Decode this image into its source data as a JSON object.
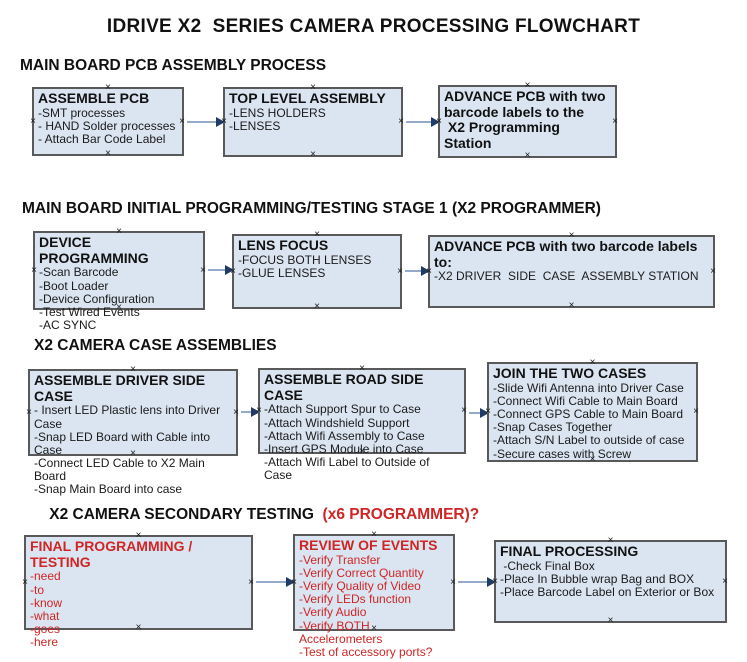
{
  "title": "IDRIVE X2  SERIES CAMERA PROCESSING FLOWCHART",
  "anchor_glyph": "×",
  "colors": {
    "box_fill": "#dbe5f1",
    "box_border": "#595959",
    "red_text": "#cf2525",
    "arrow_line": "#93aacb",
    "arrow_head": "#1f3b66"
  },
  "sections": [
    {
      "heading": "MAIN BOARD PCB ASSEMBLY PROCESS",
      "boxes": [
        {
          "title": "ASSEMBLE PCB",
          "body": [
            "-SMT processes",
            "- HAND Solder processes",
            "- Attach Bar Code Label"
          ]
        },
        {
          "title": "TOP LEVEL ASSEMBLY",
          "body": [
            "-LENS HOLDERS",
            "-LENSES"
          ]
        },
        {
          "title": "ADVANCE PCB with two\nbarcode labels to the\n X2 Programming Station",
          "body": []
        }
      ]
    },
    {
      "heading": "MAIN BOARD INITIAL PROGRAMMING/TESTING STAGE 1 (X2 PROGRAMMER)",
      "boxes": [
        {
          "title": "DEVICE PROGRAMMING",
          "body": [
            "-Scan Barcode",
            "-Boot Loader",
            "-Device Configuration",
            "-Test Wired Events",
            "-AC SYNC"
          ]
        },
        {
          "title": "LENS FOCUS",
          "body": [
            "-FOCUS BOTH LENSES",
            "-GLUE LENSES"
          ]
        },
        {
          "title": "ADVANCE PCB with two barcode labels to:",
          "body": [
            "-X2 DRIVER  SIDE  CASE  ASSEMBLY STATION"
          ]
        }
      ]
    },
    {
      "heading": "X2 CAMERA CASE ASSEMBLIES",
      "boxes": [
        {
          "title": "ASSEMBLE DRIVER SIDE CASE",
          "body": [
            "- Insert LED Plastic lens into Driver Case",
            "-Snap LED Board with Cable into Case",
            "-Connect LED Cable to X2 Main Board",
            "-Snap Main Board into case"
          ]
        },
        {
          "title": "ASSEMBLE ROAD SIDE CASE",
          "body": [
            "-Attach Support Spur to Case",
            "-Attach Windshield Support",
            "-Attach Wifi Assembly to Case",
            "-Insert GPS Module into Case",
            "-Attach Wifi Label to Outside of Case"
          ]
        },
        {
          "title": "JOIN THE TWO CASES",
          "body": [
            "-Slide Wifi Antenna into Driver Case",
            "-Connect Wifi Cable to Main Board",
            "-Connect GPS Cable to Main Board",
            "-Snap Cases Together",
            "-Attach S/N Label to outside of case",
            "-Secure cases with Screw"
          ]
        }
      ]
    },
    {
      "heading": "X2 CAMERA SECONDARY TESTING",
      "heading_red": "  (x6 PROGRAMMER)?",
      "boxes": [
        {
          "title": "FINAL PROGRAMMING / TESTING",
          "body": [
            "-need",
            "-to",
            "-know",
            "-what",
            "-goes",
            "-here"
          ]
        },
        {
          "title": "REVIEW OF EVENTS",
          "body": [
            "-Verify Transfer",
            "-Verify Correct Quantity",
            "-Verify Quality of Video",
            "-Verify LEDs function",
            "-Verify Audio",
            "-Verify BOTH Accelerometers",
            "-Test of accessory ports?"
          ]
        },
        {
          "title": "FINAL PROCESSING",
          "body": [
            " -Check Final Box",
            "-Place In Bubble wrap Bag and BOX",
            "-Place Barcode Label on Exterior or Box"
          ]
        }
      ]
    }
  ]
}
